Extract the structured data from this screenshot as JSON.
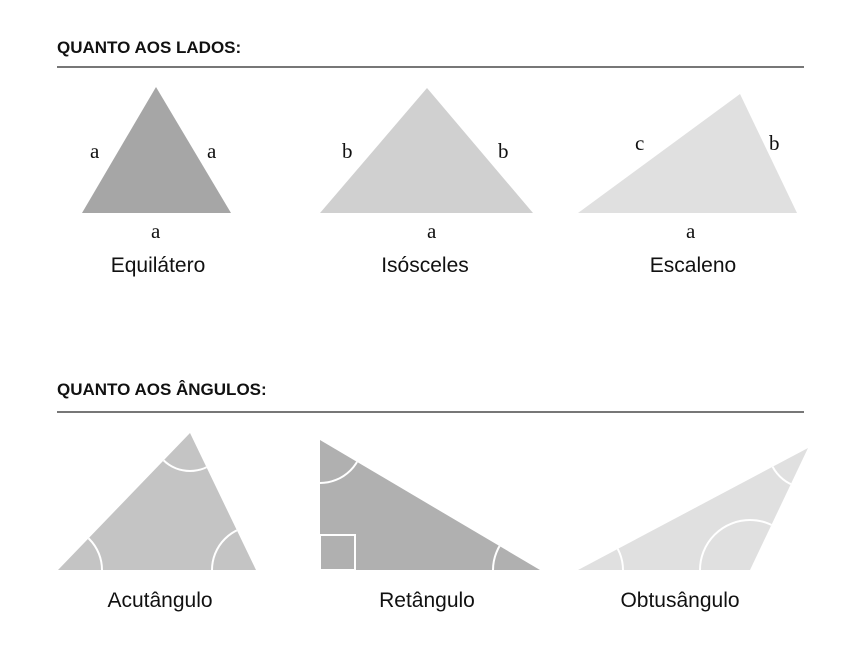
{
  "sections": [
    {
      "title": "QUANTO AOS LADOS:",
      "triangles": [
        {
          "name": "Equilátero",
          "sides": [
            "a",
            "a",
            "a"
          ],
          "color": "#a6a6a6"
        },
        {
          "name": "Isósceles",
          "sides": [
            "b",
            "b",
            "a"
          ],
          "color": "#d0d0d0"
        },
        {
          "name": "Escaleno",
          "sides": [
            "c",
            "b",
            "a"
          ],
          "color": "#e0e0e0"
        }
      ]
    },
    {
      "title": "QUANTO AOS ÂNGULOS:",
      "triangles": [
        {
          "name": "Acutângulo",
          "color": "#c4c4c4"
        },
        {
          "name": "Retângulo",
          "color": "#b0b0b0"
        },
        {
          "name": "Obtusângulo",
          "color": "#e0e0e0"
        }
      ]
    }
  ]
}
